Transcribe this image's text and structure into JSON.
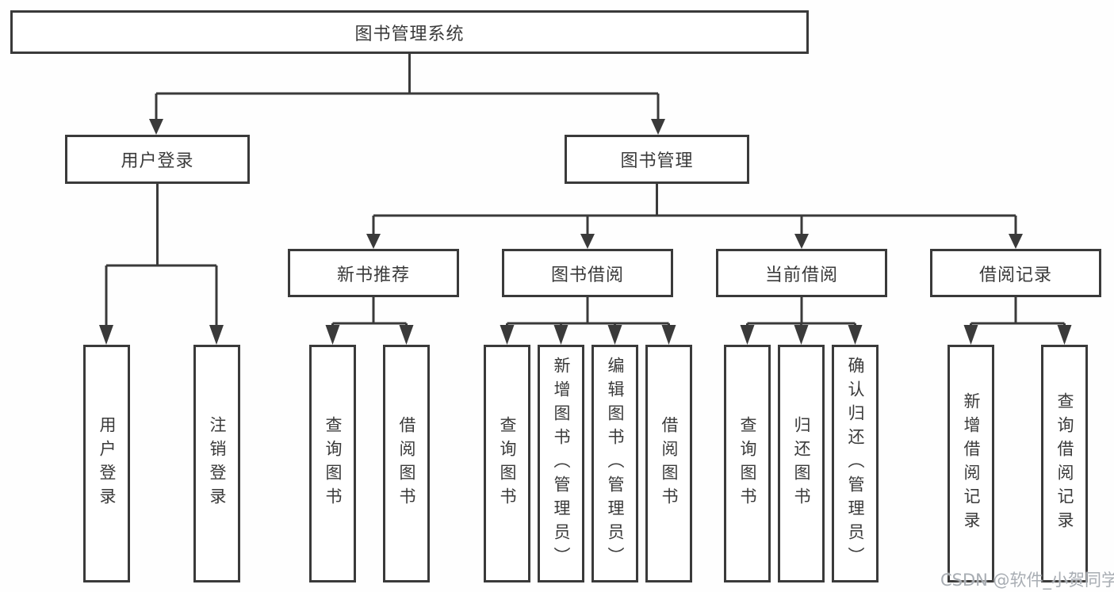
{
  "nodes": {
    "root": "图书管理系统",
    "level2": [
      "用户登录",
      "图书管理"
    ],
    "level3": [
      "新书推荐",
      "图书借阅",
      "当前借阅",
      "借阅记录"
    ],
    "leaves_login": [
      "用户登录",
      "注销登录"
    ],
    "leaves_recommend": [
      "查询图书",
      "借阅图书"
    ],
    "leaves_borrow": [
      "查询图书",
      "新增图书（管理员）",
      "编辑图书（管理员）",
      "借阅图书"
    ],
    "leaves_current": [
      "查询图书",
      "归还图书",
      "确认归还（管理员）"
    ],
    "leaves_records": [
      "新增借阅记录",
      "查询借阅记录"
    ]
  },
  "watermark": "CSDN @软件_小贺同学",
  "colors": {
    "line": "#3a3a3a",
    "text": "#3a3a3a",
    "box_background": "#ffffff",
    "watermark": "#a8adb3",
    "background": "#fefefe"
  }
}
